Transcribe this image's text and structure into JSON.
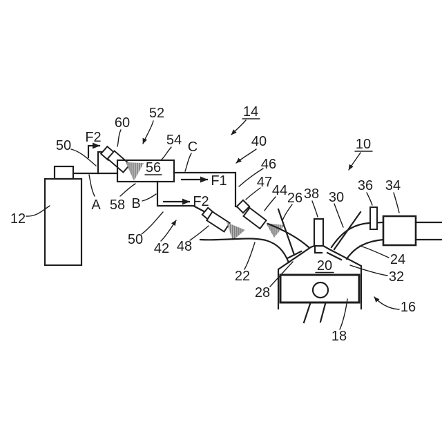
{
  "figure": {
    "background": "#ffffff",
    "line_color": "#1e1e1e",
    "spray_color": "#8a8a8a",
    "labels": {
      "tank": "12",
      "supply_line": "50",
      "flow_f2_left": "F2",
      "injector_60": "60",
      "assembly_52": "52",
      "conduit_54": "54",
      "point_c": "C",
      "mixer_56": "56",
      "point_a": "A",
      "spray_58": "58",
      "point_b": "B",
      "branch_line_50": "50",
      "conduit_42": "42",
      "injector_48": "48",
      "flow_f1": "F1",
      "flow_f2_branch": "F2",
      "system_14": "14",
      "conduit_40": "40",
      "conduit_46": "46",
      "injector_47": "47",
      "injector_44": "44",
      "intake_valve_26": "26",
      "plug_38": "38",
      "exhaust_valve_30": "30",
      "sensor_36": "36",
      "catalyst_34": "34",
      "system_10": "10",
      "exhaust_pipe_24": "24",
      "wall_32": "32",
      "runner_22": "22",
      "wall_28": "28",
      "chamber_20": "20",
      "engine_16": "16",
      "piston_18": "18"
    }
  }
}
